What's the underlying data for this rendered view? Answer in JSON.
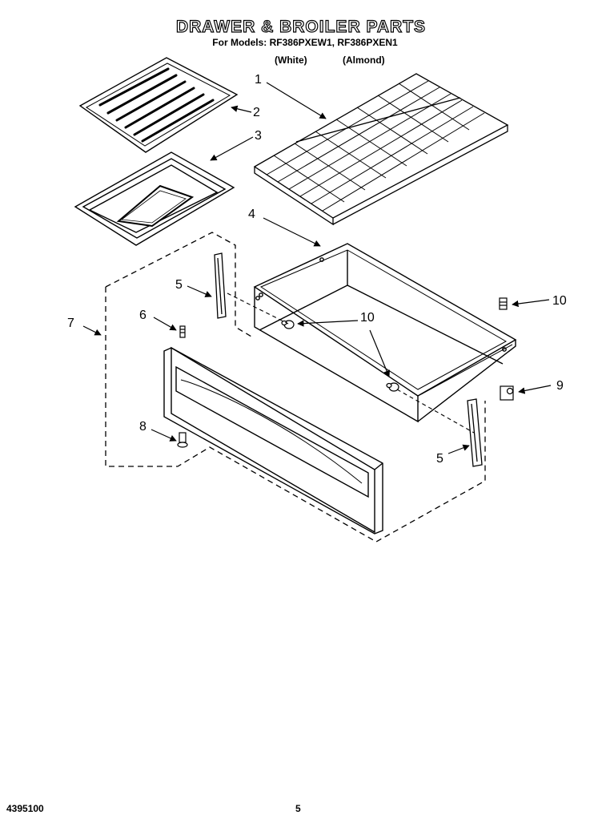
{
  "header": {
    "title": "DRAWER & BROILER PARTS",
    "models_line": "For Models: RF386PXEW1, RF386PXEN1",
    "color_white": "(White)",
    "color_almond": "(Almond)"
  },
  "callouts": {
    "c1": "1",
    "c2": "2",
    "c3": "3",
    "c4": "4",
    "c5a": "5",
    "c5b": "5",
    "c6": "6",
    "c7": "7",
    "c8": "8",
    "c9": "9",
    "c10a": "10",
    "c10b": "10"
  },
  "footer": {
    "doc_number": "4395100",
    "page_number": "5"
  }
}
